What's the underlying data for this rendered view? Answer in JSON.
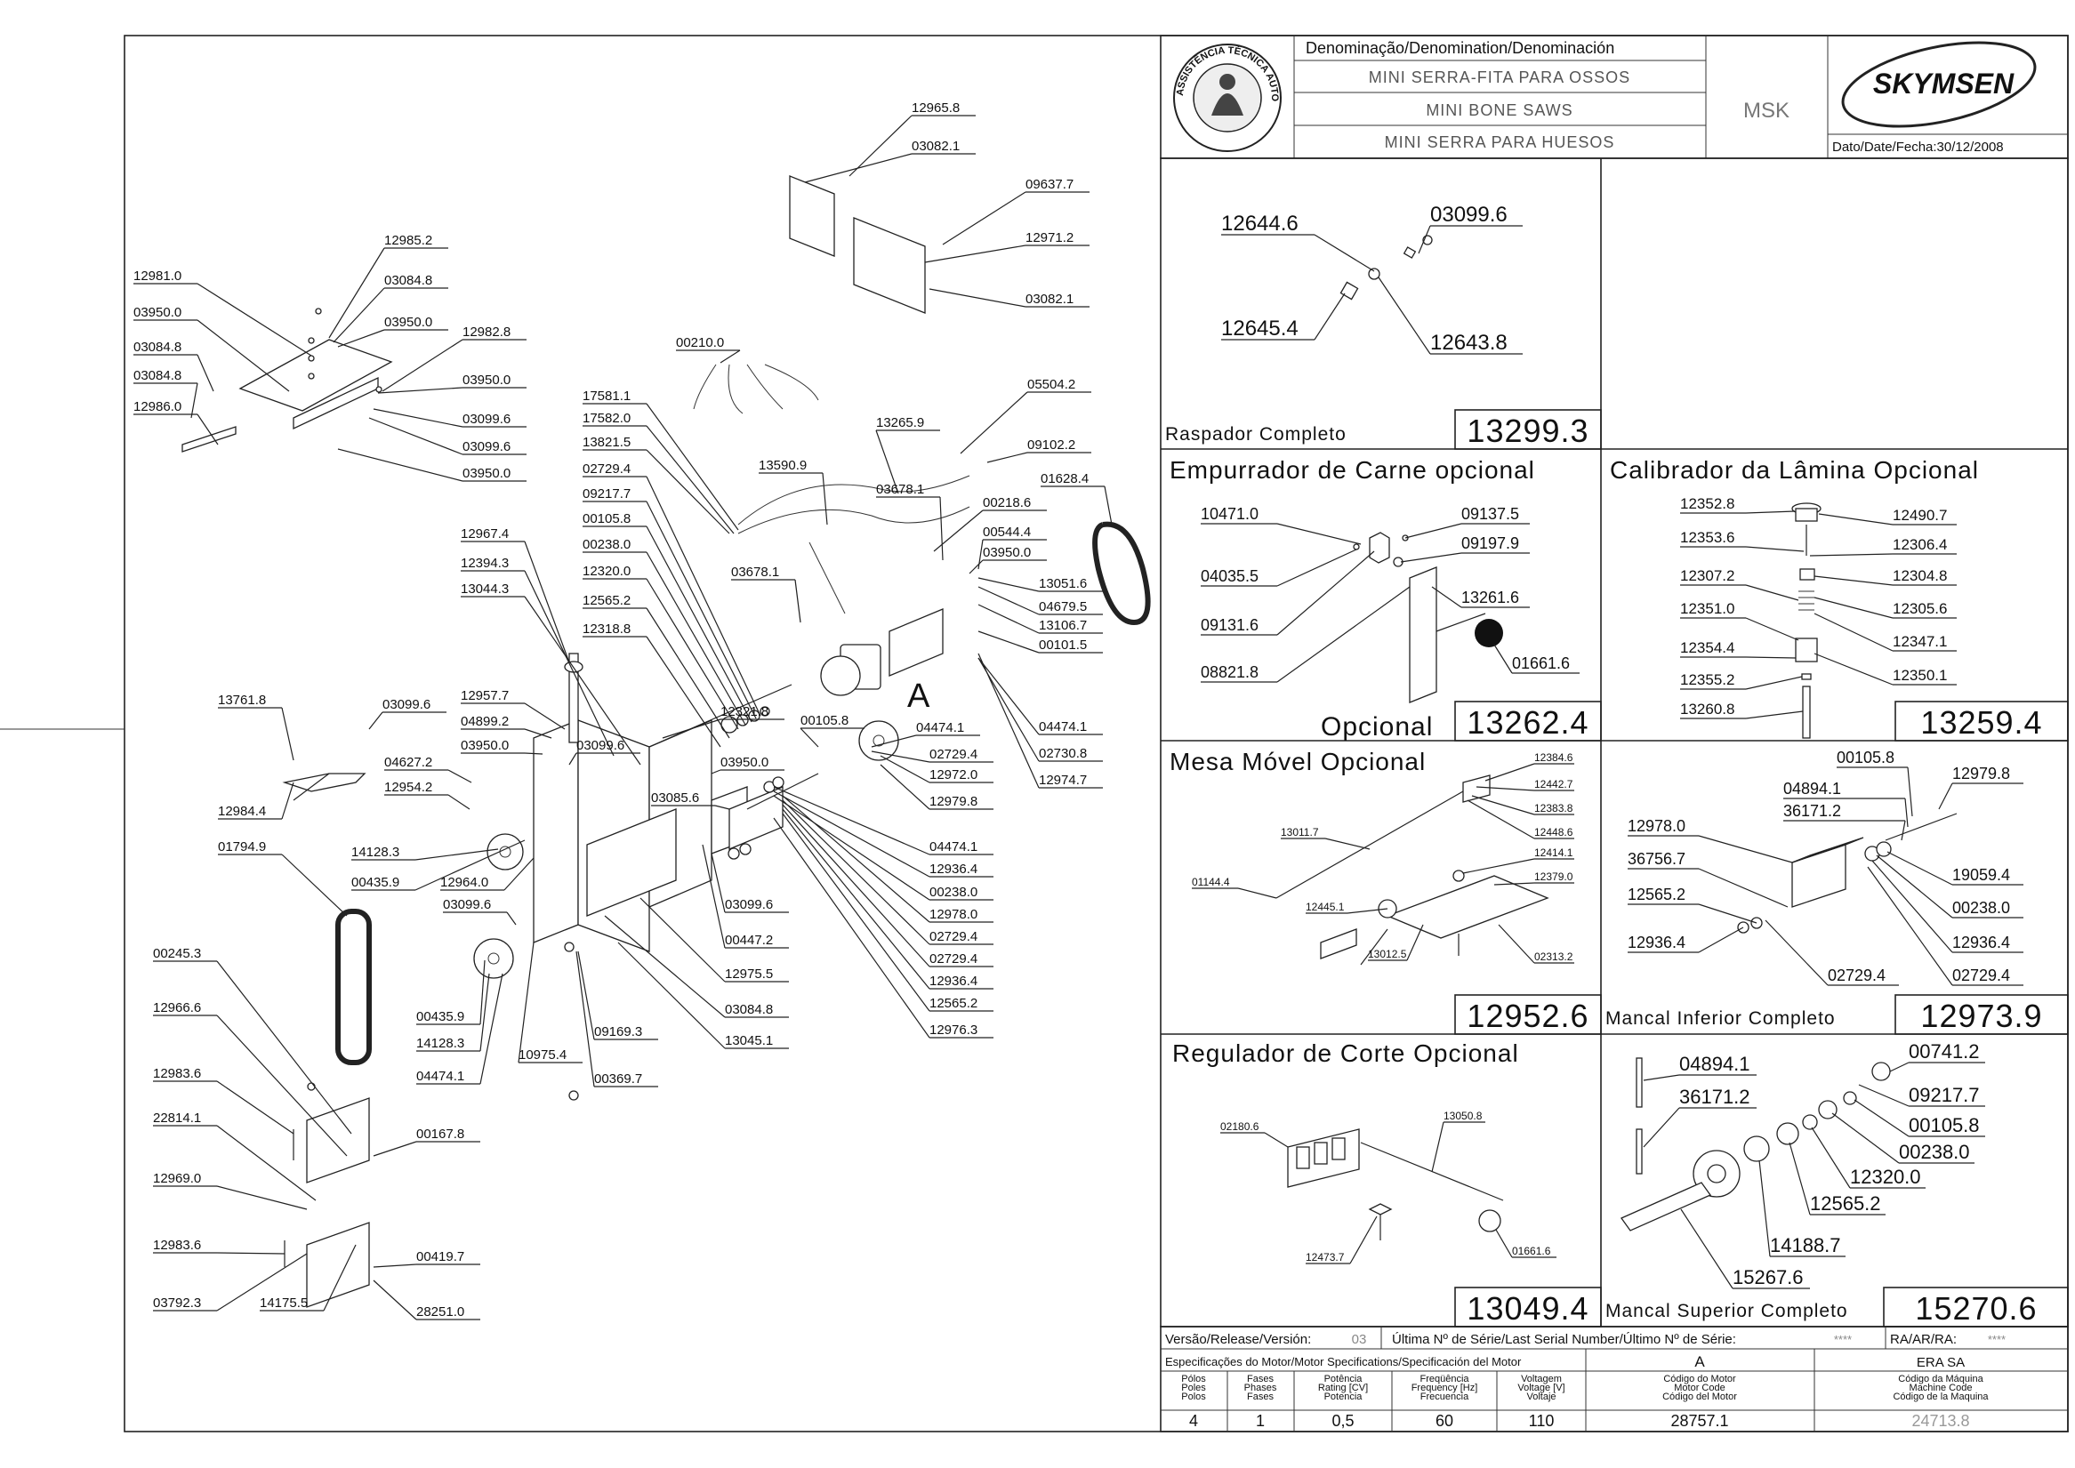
{
  "title_block": {
    "denomination_header": "Denominação/Denomination/Denominación",
    "name_pt": "MINI SERRA-FITA PARA OSSOS",
    "name_en": "MINI BONE SAWS",
    "name_es": "MINI SERRA PARA HUESOS",
    "model": "MSK",
    "brand": "SKYMSEN",
    "date": "Dato/Date/Fecha:30/12/2008",
    "seal_text": "ASSISTÊNCIA TÉCNICA AUTORIZADA"
  },
  "main_diagram": {
    "marker": "A",
    "labels": [
      {
        "id": "l1",
        "text": "12965.8"
      },
      {
        "id": "l2",
        "text": "03082.1"
      },
      {
        "id": "l3",
        "text": "09637.7"
      },
      {
        "id": "l4",
        "text": "12971.2"
      },
      {
        "id": "l5",
        "text": "03082.1"
      },
      {
        "id": "l6",
        "text": "12985.2"
      },
      {
        "id": "l7",
        "text": "12981.0"
      },
      {
        "id": "l8",
        "text": "03084.8"
      },
      {
        "id": "l9",
        "text": "03950.0"
      },
      {
        "id": "l10",
        "text": "03950.0"
      },
      {
        "id": "l11",
        "text": "03084.8"
      },
      {
        "id": "l12",
        "text": "12982.8"
      },
      {
        "id": "l13",
        "text": "03084.8"
      },
      {
        "id": "l14",
        "text": "03950.0"
      },
      {
        "id": "l15",
        "text": "12986.0"
      },
      {
        "id": "l16",
        "text": "03099.6"
      },
      {
        "id": "l17",
        "text": "03099.6"
      },
      {
        "id": "l18",
        "text": "03950.0"
      },
      {
        "id": "l19",
        "text": "00210.0"
      },
      {
        "id": "l20",
        "text": "05504.2"
      },
      {
        "id": "l21",
        "text": "17581.1"
      },
      {
        "id": "l22",
        "text": "17582.0"
      },
      {
        "id": "l23",
        "text": "13265.9"
      },
      {
        "id": "l24",
        "text": "13821.5"
      },
      {
        "id": "l25",
        "text": "09102.2"
      },
      {
        "id": "l26",
        "text": "02729.4"
      },
      {
        "id": "l27",
        "text": "13590.9"
      },
      {
        "id": "l28",
        "text": "01628.4"
      },
      {
        "id": "l29",
        "text": "09217.7"
      },
      {
        "id": "l30",
        "text": "03678.1"
      },
      {
        "id": "l31",
        "text": "00218.6"
      },
      {
        "id": "l32",
        "text": "00105.8"
      },
      {
        "id": "l33",
        "text": "00544.4"
      },
      {
        "id": "l34",
        "text": "12967.4"
      },
      {
        "id": "l35",
        "text": "00238.0"
      },
      {
        "id": "l36",
        "text": "03950.0"
      },
      {
        "id": "l37",
        "text": "12394.3"
      },
      {
        "id": "l38",
        "text": "12320.0"
      },
      {
        "id": "l39",
        "text": "03678.1"
      },
      {
        "id": "l40",
        "text": "13051.6"
      },
      {
        "id": "l41",
        "text": "13044.3"
      },
      {
        "id": "l42",
        "text": "04679.5"
      },
      {
        "id": "l43",
        "text": "12565.2"
      },
      {
        "id": "l44",
        "text": "13106.7"
      },
      {
        "id": "l45",
        "text": "12318.8"
      },
      {
        "id": "l46",
        "text": "00101.5"
      },
      {
        "id": "l47",
        "text": "13761.8"
      },
      {
        "id": "l48",
        "text": "03099.6"
      },
      {
        "id": "l49",
        "text": "12957.7"
      },
      {
        "id": "l50",
        "text": "04899.2"
      },
      {
        "id": "l51",
        "text": "12321.8"
      },
      {
        "id": "l52",
        "text": "00105.8"
      },
      {
        "id": "l53",
        "text": "04474.1"
      },
      {
        "id": "l54",
        "text": "04474.1"
      },
      {
        "id": "l55",
        "text": "03950.0"
      },
      {
        "id": "l56",
        "text": "03099.6"
      },
      {
        "id": "l57",
        "text": "02729.4"
      },
      {
        "id": "l58",
        "text": "02730.8"
      },
      {
        "id": "l59",
        "text": "04627.2"
      },
      {
        "id": "l60",
        "text": "03950.0"
      },
      {
        "id": "l61",
        "text": "12972.0"
      },
      {
        "id": "l62",
        "text": "12974.7"
      },
      {
        "id": "l63",
        "text": "12954.2"
      },
      {
        "id": "l64",
        "text": "03085.6"
      },
      {
        "id": "l65",
        "text": "12979.8"
      },
      {
        "id": "l66",
        "text": "12984.4"
      },
      {
        "id": "l67",
        "text": "14128.3"
      },
      {
        "id": "l68",
        "text": "04474.1"
      },
      {
        "id": "l69",
        "text": "01794.9"
      },
      {
        "id": "l70",
        "text": "12936.4"
      },
      {
        "id": "l71",
        "text": "00435.9"
      },
      {
        "id": "l72",
        "text": "12964.0"
      },
      {
        "id": "l73",
        "text": "00238.0"
      },
      {
        "id": "l74",
        "text": "03099.6"
      },
      {
        "id": "l75",
        "text": "03099.6"
      },
      {
        "id": "l76",
        "text": "12978.0"
      },
      {
        "id": "l77",
        "text": "00447.2"
      },
      {
        "id": "l78",
        "text": "02729.4"
      },
      {
        "id": "l79",
        "text": "00245.3"
      },
      {
        "id": "l80",
        "text": "12975.5"
      },
      {
        "id": "l81",
        "text": "02729.4"
      },
      {
        "id": "l82",
        "text": "12936.4"
      },
      {
        "id": "l83",
        "text": "12966.6"
      },
      {
        "id": "l84",
        "text": "00435.9"
      },
      {
        "id": "l85",
        "text": "03084.8"
      },
      {
        "id": "l86",
        "text": "12565.2"
      },
      {
        "id": "l87",
        "text": "14128.3"
      },
      {
        "id": "l88",
        "text": "09169.3"
      },
      {
        "id": "l89",
        "text": "13045.1"
      },
      {
        "id": "l90",
        "text": "12976.3"
      },
      {
        "id": "l91",
        "text": "10975.4"
      },
      {
        "id": "l92",
        "text": "04474.1"
      },
      {
        "id": "l93",
        "text": "00369.7"
      },
      {
        "id": "l94",
        "text": "12983.6"
      },
      {
        "id": "l95",
        "text": "22814.1"
      },
      {
        "id": "l96",
        "text": "00167.8"
      },
      {
        "id": "l97",
        "text": "12969.0"
      },
      {
        "id": "l98",
        "text": "12983.6"
      },
      {
        "id": "l99",
        "text": "00419.7"
      },
      {
        "id": "l100",
        "text": "03792.3"
      },
      {
        "id": "l101",
        "text": "14175.5"
      },
      {
        "id": "l102",
        "text": "28251.0"
      }
    ]
  },
  "panels": {
    "raspador": {
      "title": "Raspador Completo",
      "code": "13299.3",
      "labels": [
        "12644.6",
        "03099.6",
        "12645.4",
        "12643.8"
      ]
    },
    "empurrador": {
      "title": "Empurrador de Carne opcional",
      "footer": "Opcional",
      "code": "13262.4",
      "labels": [
        "10471.0",
        "09137.5",
        "09197.9",
        "04035.5",
        "13261.6",
        "09131.6",
        "08821.8",
        "01661.6"
      ]
    },
    "calibrador": {
      "title": "Calibrador da Lâmina Opcional",
      "code": "13259.4",
      "labels": [
        "12352.8",
        "12490.7",
        "12353.6",
        "12306.4",
        "12307.2",
        "12304.8",
        "12305.6",
        "12351.0",
        "12347.1",
        "12354.4",
        "12350.1",
        "12355.2",
        "13260.8"
      ]
    },
    "mesa": {
      "title": "Mesa Móvel Opcional",
      "code": "12952.6",
      "labels": [
        "12384.6",
        "12442.7",
        "12383.8",
        "13011.7",
        "12448.6",
        "12414.1",
        "01144.4",
        "12379.0",
        "12445.1",
        "13012.5",
        "02313.2"
      ]
    },
    "mancal_inferior": {
      "title": "Mancal Inferior Completo",
      "code": "12973.9",
      "labels": [
        "00105.8",
        "12979.8",
        "04894.1",
        "36171.2",
        "12978.0",
        "19059.4",
        "36756.7",
        "00238.0",
        "12565.2",
        "12936.4",
        "12936.4",
        "02729.4",
        "02729.4"
      ]
    },
    "regulador": {
      "title": "Regulador de Corte Opcional",
      "code": "13049.4",
      "labels": [
        "13050.8",
        "02180.6",
        "12473.7",
        "01661.6"
      ]
    },
    "mancal_superior": {
      "title": "Mancal Superior Completo",
      "code": "15270.6",
      "labels": [
        "04894.1",
        "00741.2",
        "36171.2",
        "09217.7",
        "00105.8",
        "00238.0",
        "12320.0",
        "12565.2",
        "14188.7",
        "15267.6"
      ]
    }
  },
  "footer": {
    "version_label": "Versão/Release/Versión:",
    "version_value": "03",
    "serial_label": "Última Nº de Série/Last Serial Number/Último Nº de Série:",
    "serial_value": "****",
    "ra_label": "RA/AR/RA:",
    "ra_value": "****",
    "motor_spec_label": "Especificações do Motor/Motor Specifications/Specificación del Motor",
    "motor_col_a": "A",
    "manufacturer": "ERA SA",
    "headers": {
      "poles": "Pólos\nPoles\nPolos",
      "phases": "Fases\nPhases\nFases",
      "power": "Potência\nRating [CV]\nPotencia",
      "frequency": "Freqüência\nFrequency [Hz]\nFrecuencia",
      "voltage": "Voltagem\nVoltage [V]\nVoltaje",
      "motor_code": "Código do Motor\nMotor Code\nCódigo del Motor",
      "machine_code": "Código da Máquina\nMachine Code\nCódigo de la Maquina"
    },
    "values": {
      "poles": "4",
      "phases": "1",
      "power": "0,5",
      "frequency": "60",
      "voltage": "110",
      "motor_code": "28757.1",
      "machine_code": "24713.8"
    }
  }
}
